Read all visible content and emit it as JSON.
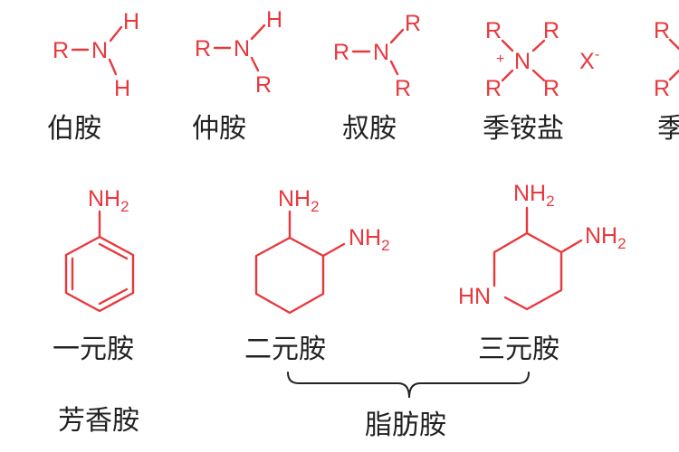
{
  "atoms": {
    "r": "R",
    "h": "H",
    "n": "N",
    "nh": "NH",
    "hn": "HN",
    "sub_2": "2",
    "plus": "+",
    "x": "X",
    "minus": "-"
  },
  "labels": {
    "primary_amine": "伯胺",
    "secondary_amine": "仲胺",
    "tertiary_amine": "叔胺",
    "quaternary_salt": "季铵盐",
    "cut_off_label": "季",
    "monoamine": "一元胺",
    "diamine": "二元胺",
    "triamine": "三元胺",
    "aromatic_amine": "芳香胺",
    "aliphatic_amine": "脂肪胺"
  },
  "colors": {
    "structure": "#e8383d",
    "text": "#222222",
    "background": "#ffffff"
  }
}
